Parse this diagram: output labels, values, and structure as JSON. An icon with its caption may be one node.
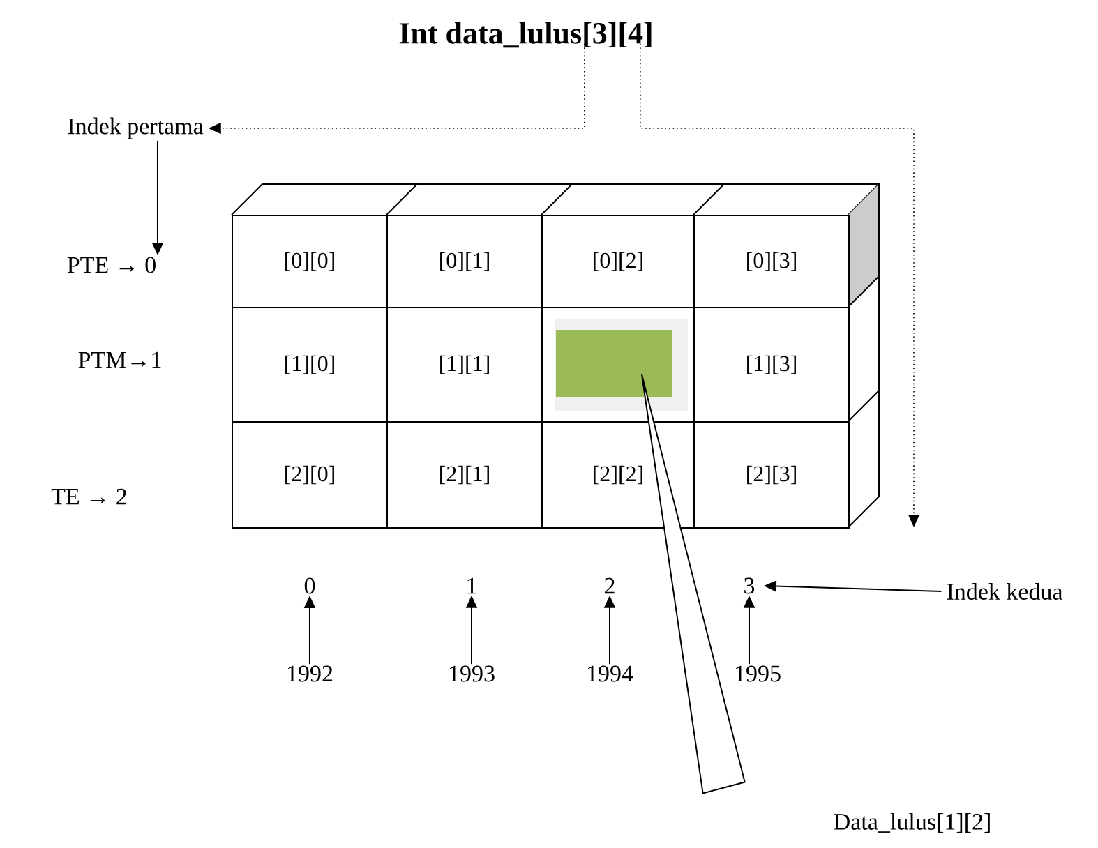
{
  "diagram": {
    "nodes": [
      {
        "text": [
          "Int data_lulus[3][4]"
        ]
      },
      {
        "text": [
          "Indek pertama"
        ]
      },
      {
        "text": [
          "PTE → 0"
        ]
      },
      {
        "text": [
          "PTM→1"
        ]
      },
      {
        "text": [
          "TE → 2"
        ]
      },
      {
        "text": [
          "[0][0]"
        ]
      },
      {
        "text": [
          "[0][1]"
        ]
      },
      {
        "text": [
          "[0][2]"
        ]
      },
      {
        "text": [
          "[0][3]"
        ]
      },
      {
        "text": [
          "[1][0]"
        ]
      },
      {
        "text": [
          "[1][1]"
        ]
      },
      {
        "text": [],
        "shape": "box"
      },
      {
        "text": [
          "[1][3]"
        ]
      },
      {
        "text": [
          "[2][0]"
        ]
      },
      {
        "text": [
          "[2][1]"
        ]
      },
      {
        "text": [
          "[2][2]"
        ]
      },
      {
        "text": [
          "[2][3]"
        ]
      },
      {
        "text": [],
        "shape": "box",
        "in": 11
      },
      {
        "text": [
          "0"
        ]
      },
      {
        "text": [
          "1"
        ]
      },
      {
        "text": [
          "2"
        ]
      },
      {
        "text": [
          "3"
        ]
      },
      {
        "text": [
          "1992"
        ]
      },
      {
        "text": [
          "1993"
        ]
      },
      {
        "text": [
          "1994"
        ]
      },
      {
        "text": [
          "1995"
        ]
      },
      {
        "text": [
          "Indek kedua"
        ]
      },
      {
        "text": [
          "Data_lulus[1][2]"
        ]
      }
    ],
    "edges": [
      {
        "from": 0,
        "to": 1,
        "arrow": "to",
        "style": "dashed"
      },
      {
        "from": 0,
        "to": null,
        "arrow": "to",
        "style": "dashed"
      },
      {
        "from": 1,
        "to": 2,
        "arrow": "to"
      },
      {
        "from": 22,
        "to": 18,
        "arrow": "to"
      },
      {
        "from": 23,
        "to": 19,
        "arrow": "to"
      },
      {
        "from": 24,
        "to": 20,
        "arrow": "to"
      },
      {
        "from": 25,
        "to": 21,
        "arrow": "to"
      },
      {
        "from": 26,
        "to": 21,
        "arrow": "to"
      },
      {
        "from": 27,
        "to": 17,
        "arrow": "none"
      }
    ]
  }
}
